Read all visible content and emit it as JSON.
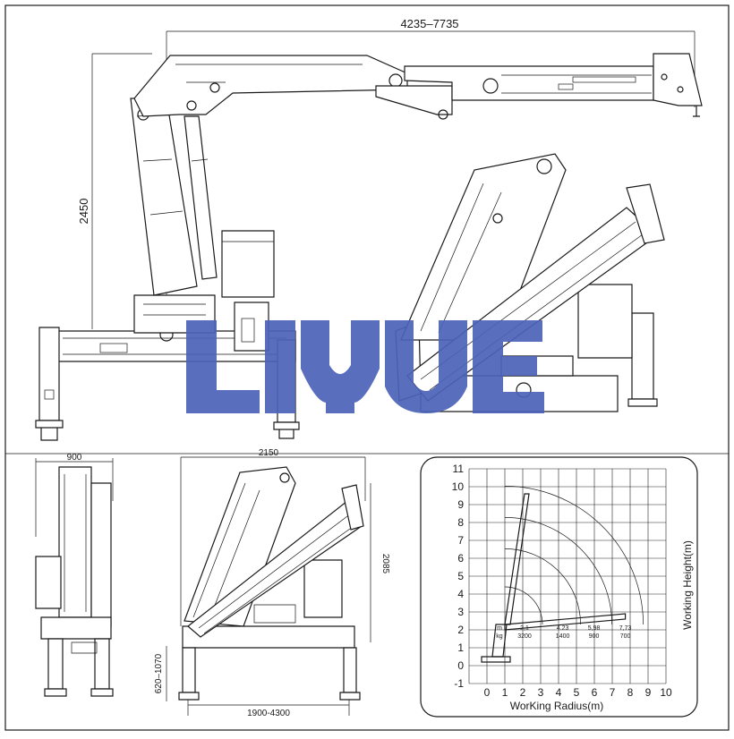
{
  "dimensions": {
    "boom_reach": "4235–7735",
    "column_height": "2450",
    "rear_width": "900",
    "folded_length": "2150",
    "folded_height": "2085",
    "outrigger_height": "620–1070",
    "outrigger_span": "1900-4300"
  },
  "watermark": "LIYUE",
  "chart_data": {
    "type": "line",
    "title": "",
    "xlabel": "WorKing Radius(m)",
    "ylabel": "Working Height(m)",
    "xlim": [
      -1,
      10
    ],
    "ylim": [
      -1,
      11
    ],
    "x_ticks": [
      "0",
      "1",
      "2",
      "3",
      "4",
      "5",
      "6",
      "7",
      "8",
      "9",
      "10"
    ],
    "y_ticks": [
      "-1",
      "0",
      "1",
      "2",
      "3",
      "4",
      "5",
      "6",
      "7",
      "8",
      "9",
      "10",
      "11"
    ],
    "grid": true,
    "load_table": {
      "row_labels": [
        "m",
        "kg"
      ],
      "radius_m": [
        "2,1",
        "4.23",
        "5,98",
        "7,73"
      ],
      "load_kg": [
        "3200",
        "1400",
        "900",
        "700"
      ]
    },
    "reach_arcs_radius_m": [
      2.1,
      4.23,
      5.98,
      7.73
    ],
    "boom_pivot": [
      1.0,
      2.3
    ],
    "boom_tip_max_height": [
      2.1,
      9.6
    ],
    "boom_tip_max_radius": [
      7.73,
      2.9
    ]
  }
}
